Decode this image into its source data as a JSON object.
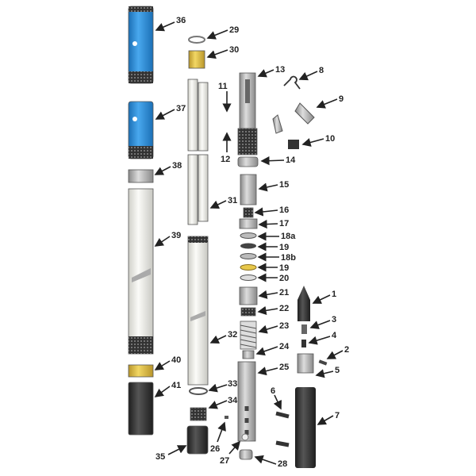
{
  "title": "Core barrel exploded parts diagram",
  "colors": {
    "blue": "#2f8fd8",
    "yellow": "#e8c84a",
    "dark": "#333333",
    "white": "#f4f4f0"
  },
  "labels": {
    "p1": "1",
    "p2": "2",
    "p3": "3",
    "p4": "4",
    "p5": "5",
    "p6": "6",
    "p7": "7",
    "p8": "8",
    "p9": "9",
    "p10": "10",
    "p11": "11",
    "p12": "12",
    "p13": "13",
    "p14": "14",
    "p15": "15",
    "p16": "16",
    "p17": "17",
    "p18a": "18a",
    "p19a": "19",
    "p18b": "18b",
    "p19b": "19",
    "p20": "20",
    "p21": "21",
    "p22": "22",
    "p23": "23",
    "p24": "24",
    "p25": "25",
    "p26": "26",
    "p27": "27",
    "p28": "28",
    "p29": "29",
    "p30": "30",
    "p31": "31",
    "p32": "32",
    "p33": "33",
    "p34": "34",
    "p35": "35",
    "p36": "36",
    "p37": "37",
    "p38": "38",
    "p39": "39",
    "p40": "40",
    "p41": "41"
  }
}
